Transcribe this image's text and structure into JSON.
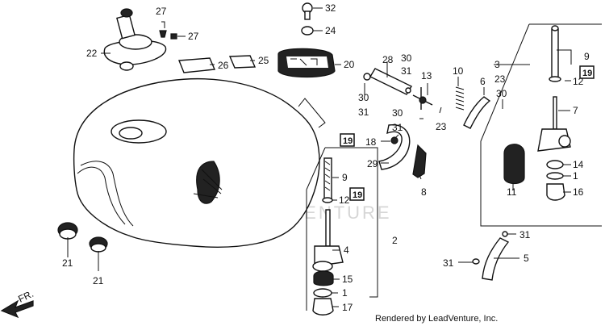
{
  "diagram": {
    "watermark": "LEADVENTURE",
    "footer": "Rendered by LeadVenture, Inc.",
    "front_marker": "FR.",
    "reference_badge": "19",
    "callouts": {
      "c32": "32",
      "c24": "24",
      "c27a": "27",
      "c27b": "27",
      "c22": "22",
      "c26": "26",
      "c25": "25",
      "c20": "20",
      "c28": "28",
      "c30a": "30",
      "c31a": "31",
      "c30b": "30",
      "c31b": "31",
      "c13": "13",
      "c10": "10",
      "c6": "6",
      "c3": "3",
      "c23a": "23",
      "c30c": "30",
      "c9a": "9",
      "c12a": "12",
      "c7": "7",
      "c30d": "30",
      "c31c": "31",
      "c23b": "23",
      "c18": "18",
      "c29": "29",
      "c8": "8",
      "c9b": "9",
      "c12b": "12",
      "c2": "2",
      "c4": "4",
      "c15": "15",
      "c1a": "1",
      "c17": "17",
      "c14": "14",
      "c1b": "1",
      "c11": "11",
      "c16": "16",
      "c31d": "31",
      "c31e": "31",
      "c5": "5",
      "c21a": "21",
      "c21b": "21"
    }
  }
}
